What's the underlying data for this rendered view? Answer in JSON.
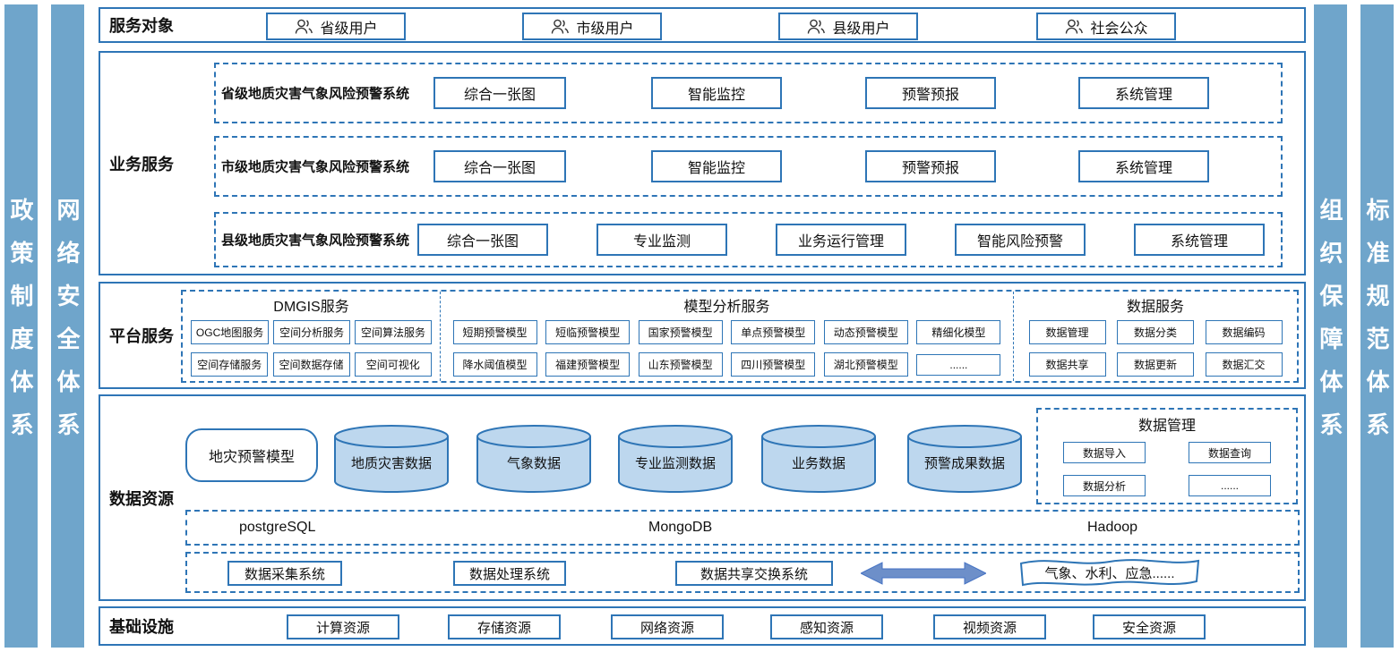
{
  "colors": {
    "accent": "#2E75B6",
    "sidebar_fill": "#6FA5CB",
    "cylinder_fill": "#BDD7EE",
    "arrow_fill": "#6D8FC9"
  },
  "icons": {
    "user": "user-icon",
    "double_arrow": "double-arrow-icon"
  },
  "sidebars": {
    "left": [
      "政策制度体系",
      "网络安全体系"
    ],
    "right": [
      "组织保障体系",
      "标准规范体系"
    ]
  },
  "service_targets": {
    "label": "服务对象",
    "items": [
      "省级用户",
      "市级用户",
      "县级用户",
      "社会公众"
    ]
  },
  "business_services": {
    "label": "业务服务",
    "systems": [
      {
        "name": "省级地质灾害气象风险预警系统",
        "modules": [
          "综合一张图",
          "智能监控",
          "预警预报",
          "系统管理"
        ]
      },
      {
        "name": "市级地质灾害气象风险预警系统",
        "modules": [
          "综合一张图",
          "智能监控",
          "预警预报",
          "系统管理"
        ]
      },
      {
        "name": "县级地质灾害气象风险预警系统",
        "modules": [
          "综合一张图",
          "专业监测",
          "业务运行管理",
          "智能风险预警",
          "系统管理"
        ]
      }
    ]
  },
  "platform_services": {
    "label": "平台服务",
    "groups": [
      {
        "title": "DMGIS服务",
        "rows": [
          [
            "OGC地图服务",
            "空间分析服务",
            "空间算法服务"
          ],
          [
            "空间存储服务",
            "空间数据存储",
            "空间可视化"
          ]
        ]
      },
      {
        "title": "模型分析服务",
        "rows": [
          [
            "短期预警模型",
            "短临预警模型",
            "国家预警模型",
            "单点预警模型",
            "动态预警模型",
            "精细化模型"
          ],
          [
            "降水阈值模型",
            "福建预警模型",
            "山东预警模型",
            "四川预警模型",
            "湖北预警模型",
            "......"
          ]
        ]
      },
      {
        "title": "数据服务",
        "rows": [
          [
            "数据管理",
            "数据分类",
            "数据编码"
          ],
          [
            "数据共享",
            "数据更新",
            "数据汇交"
          ]
        ]
      }
    ]
  },
  "data_resources": {
    "label": "数据资源",
    "model_box": "地灾预警模型",
    "cylinders": [
      "地质灾害数据",
      "气象数据",
      "专业监测数据",
      "业务数据",
      "预警成果数据"
    ],
    "data_management": {
      "title": "数据管理",
      "items": [
        "数据导入",
        "数据查询",
        "数据分析",
        "......"
      ]
    },
    "databases": [
      "postgreSQL",
      "MongoDB",
      "Hadoop"
    ],
    "systems": [
      "数据采集系统",
      "数据处理系统",
      "数据共享交换系统"
    ],
    "external": "气象、水利、应急......"
  },
  "infrastructure": {
    "label": "基础设施",
    "items": [
      "计算资源",
      "存储资源",
      "网络资源",
      "感知资源",
      "视频资源",
      "安全资源"
    ]
  }
}
